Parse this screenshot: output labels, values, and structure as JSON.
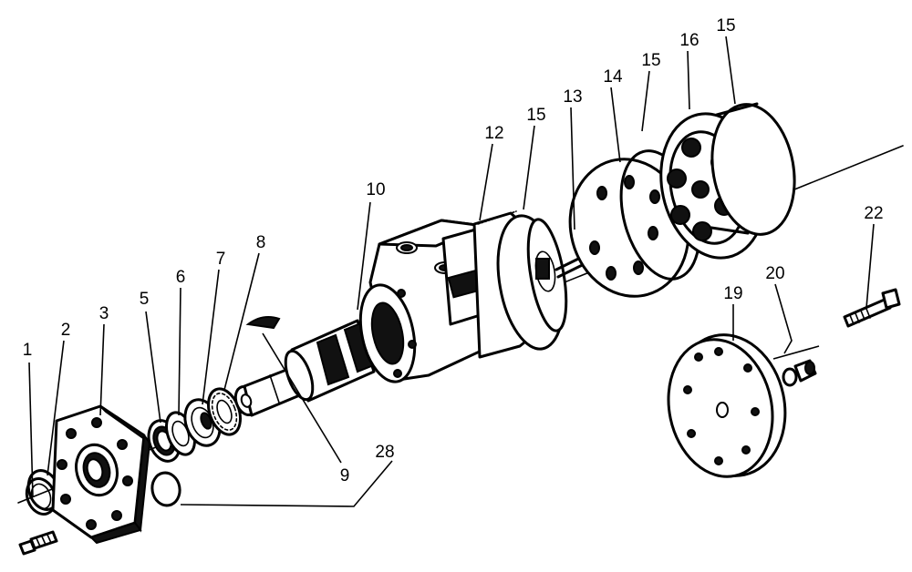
{
  "callouts": [
    {
      "id": "1",
      "text": "1"
    },
    {
      "id": "2",
      "text": "2"
    },
    {
      "id": "3",
      "text": "3"
    },
    {
      "id": "5",
      "text": "5"
    },
    {
      "id": "6",
      "text": "6"
    },
    {
      "id": "7",
      "text": "7"
    },
    {
      "id": "8",
      "text": "8"
    },
    {
      "id": "9",
      "text": "9"
    },
    {
      "id": "10",
      "text": "10"
    },
    {
      "id": "12",
      "text": "12"
    },
    {
      "id": "13",
      "text": "13"
    },
    {
      "id": "14",
      "text": "14"
    },
    {
      "id": "15a",
      "text": "15"
    },
    {
      "id": "15b",
      "text": "15"
    },
    {
      "id": "15c",
      "text": "15"
    },
    {
      "id": "16",
      "text": "16"
    },
    {
      "id": "19",
      "text": "19"
    },
    {
      "id": "20",
      "text": "20"
    },
    {
      "id": "22",
      "text": "22"
    },
    {
      "id": "28",
      "text": "28"
    }
  ]
}
